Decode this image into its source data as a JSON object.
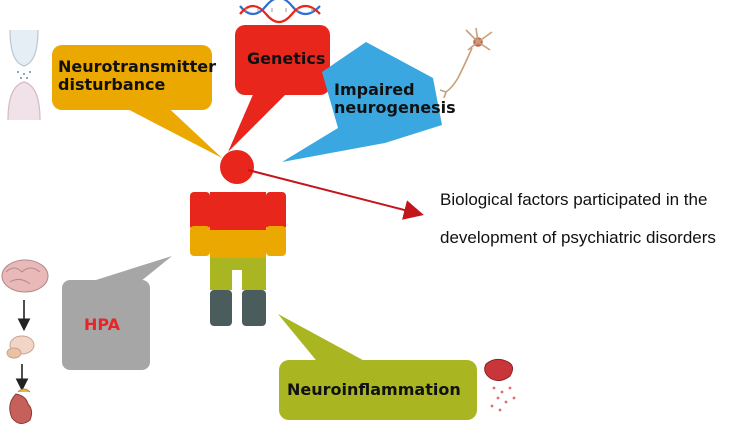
{
  "bubbles": {
    "neurotransmitter": {
      "lines": [
        "Neurotransmitter",
        "disturbance"
      ],
      "color": "#eba800"
    },
    "genetics": {
      "label": "Genetics",
      "color": "#e8261b"
    },
    "impaired": {
      "lines": [
        "Impaired",
        "neurogenesis"
      ],
      "color": "#3aa7e1"
    },
    "hpa": {
      "label": "HPA",
      "color": "#a6a6a6"
    },
    "neuroinflammation": {
      "label": "Neuroinflammation",
      "color": "#a9b521"
    }
  },
  "figure_colors": {
    "head": "#e8261b",
    "torso_top": "#e8261b",
    "torso_mid": "#eba800",
    "legs_upper": "#a9b521",
    "legs_lower": "#4a5c5c"
  },
  "caption": {
    "line1": "Biological factors participated in the",
    "line2": "development of psychiatric disorders"
  },
  "arrow_color": "#c4141c"
}
